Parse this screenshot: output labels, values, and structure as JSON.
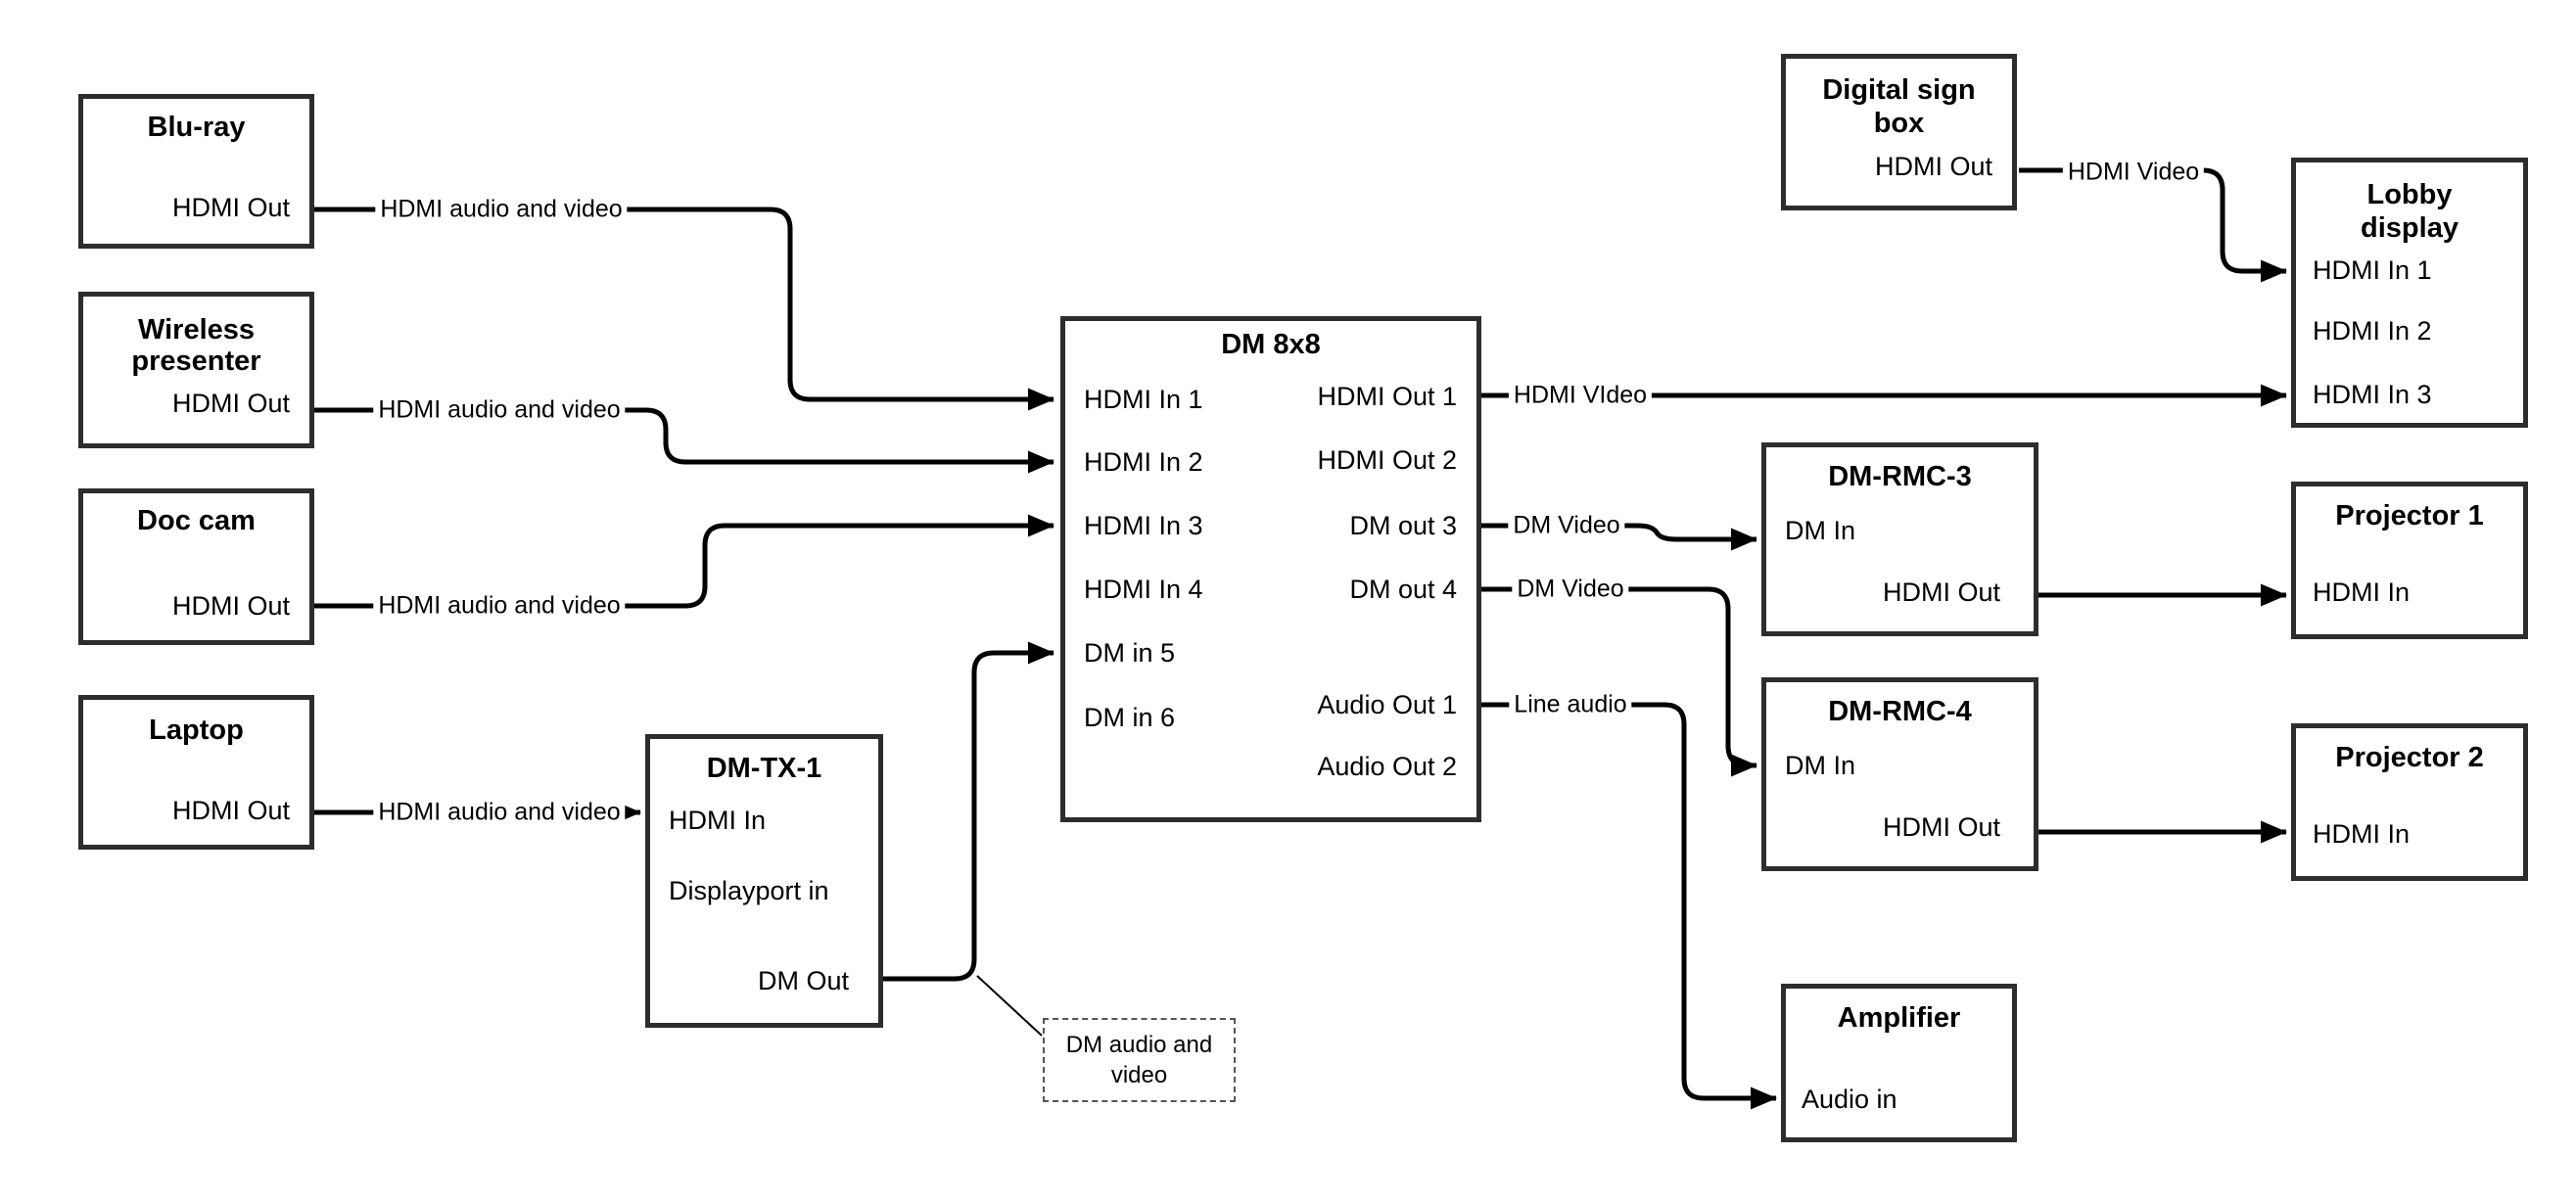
{
  "nodes": {
    "bluray": {
      "title": "Blu-ray",
      "hdmi_out": "HDMI Out"
    },
    "wireless": {
      "title_line1": "Wireless",
      "title_line2": "presenter",
      "hdmi_out": "HDMI Out"
    },
    "doccam": {
      "title": "Doc cam",
      "hdmi_out": "HDMI Out"
    },
    "laptop": {
      "title": "Laptop",
      "hdmi_out": "HDMI Out"
    },
    "dmtx1": {
      "title": "DM-TX-1",
      "hdmi_in": "HDMI In",
      "displayport_in": "Displayport in",
      "dm_out": "DM Out"
    },
    "dm8x8": {
      "title": "DM 8x8",
      "in1": "HDMI In 1",
      "in2": "HDMI In 2",
      "in3": "HDMI In 3",
      "in4": "HDMI In 4",
      "in5": "DM in 5",
      "in6": "DM in 6",
      "out1": "HDMI Out 1",
      "out2": "HDMI Out 2",
      "out3": "DM out 3",
      "out4": "DM out 4",
      "audio1": "Audio Out 1",
      "audio2": "Audio Out 2"
    },
    "digital_sign": {
      "title_line1": "Digital sign",
      "title_line2": "box",
      "hdmi_out": "HDMI Out"
    },
    "lobby": {
      "title_line1": "Lobby",
      "title_line2": "display",
      "in1": "HDMI In 1",
      "in2": "HDMI In 2",
      "in3": "HDMI In 3"
    },
    "dmrmc3": {
      "title": "DM-RMC-3",
      "dm_in": "DM In",
      "hdmi_out": "HDMI Out"
    },
    "proj1": {
      "title": "Projector 1",
      "hdmi_in": "HDMI In"
    },
    "dmrmc4": {
      "title": "DM-RMC-4",
      "dm_in": "DM In",
      "hdmi_out": "HDMI Out"
    },
    "proj2": {
      "title": "Projector 2",
      "hdmi_in": "HDMI In"
    },
    "amplifier": {
      "title": "Amplifier",
      "audio_in": "Audio in"
    }
  },
  "edge_labels": {
    "bluray_cable": "HDMI audio and video",
    "wireless_cable": "HDMI audio and video",
    "doccam_cable": "HDMI audio and video",
    "laptop_cable": "HDMI audio and video",
    "hdmi_video_main": "HDMI VIdeo",
    "dm_video_3": "DM Video",
    "dm_video_4": "DM Video",
    "line_audio": "Line audio",
    "sign_video": "HDMI Video"
  },
  "note": {
    "line1": "DM audio and",
    "line2": "video"
  },
  "colors": {
    "line": "#000000",
    "box_border": "#2d2d2d",
    "background": "#ffffff",
    "text": "#000000"
  }
}
